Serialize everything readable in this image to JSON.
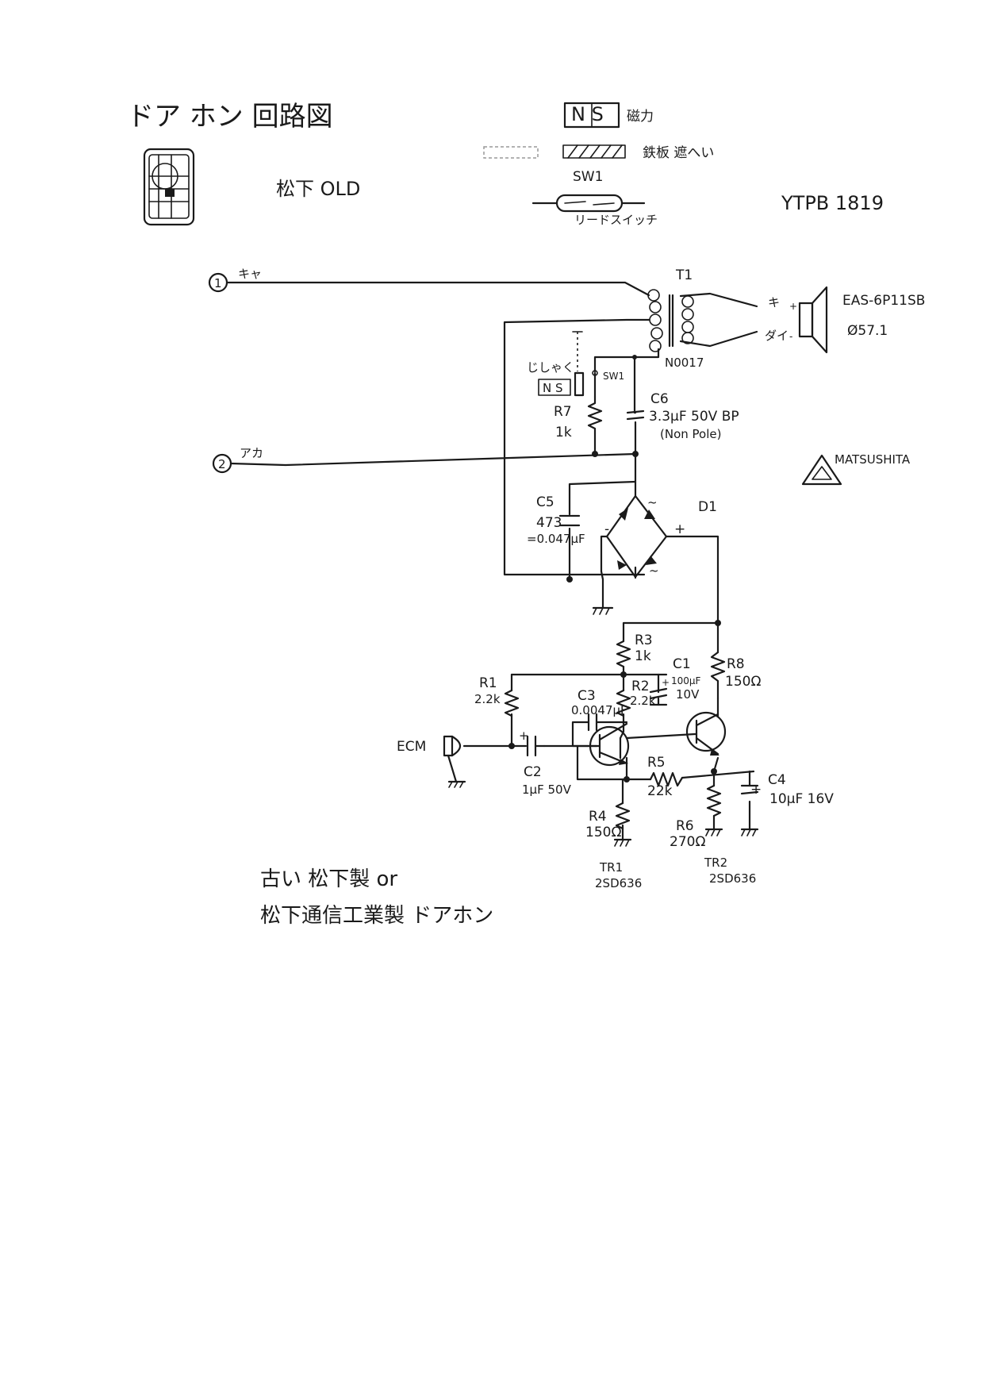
{
  "header": {
    "title": "ドア ホン 回路図",
    "maker_old": "松下 OLD",
    "model": "YTPB 1819"
  },
  "legend": {
    "magnet_box": "N S",
    "magnet_text": "磁力",
    "shield_text": "鉄板 遮へい",
    "reed_switch_id": "SW1",
    "reed_switch_text": "リードスイッチ"
  },
  "terminals": {
    "t1_number": "1",
    "t1_color": "キャ",
    "t2_number": "2",
    "t2_color": "アカ"
  },
  "transformer": {
    "id": "T1",
    "part": "N0017"
  },
  "speaker": {
    "part": "EAS-6P11SB",
    "size": "Ø57.1",
    "wire_plus": "キ",
    "wire_minus": "ダイ",
    "plus_sign": "+",
    "minus_sign": "-"
  },
  "components": {
    "magnet_label": "じしゃく",
    "magnet_box": "N S",
    "sw1": "SW1",
    "r7_id": "R7",
    "r7_val": "1k",
    "c6_id": "C6",
    "c6_val": "3.3μF 50V BP",
    "c6_note": "(Non Pole)",
    "c5_id": "C5",
    "c5_code": "473",
    "c5_val": "=0.047μF",
    "d1_id": "D1",
    "d1_minus": "-",
    "d1_plus": "+",
    "d1_ac": "~",
    "r3_id": "R3",
    "r3_val": "1k",
    "c1_id": "C1",
    "c1_val": "100μF",
    "c1_volt": "10V",
    "c1_plus": "+",
    "r8_id": "R8",
    "r8_val": "150Ω",
    "r1_id": "R1",
    "r1_val": "2.2k",
    "r2_id": "R2",
    "r2_val": "2.2k",
    "c3_id": "C3",
    "c3_val": "0.0047μF",
    "ecm": "ECM",
    "c2_id": "C2",
    "c2_val": "1μF 50V",
    "c2_plus": "+",
    "r5_id": "R5",
    "r5_val": "22k",
    "c4_id": "C4",
    "c4_val": "10μF 16V",
    "c4_plus": "+",
    "r4_id": "R4",
    "r4_val": "150Ω",
    "r6_id": "R6",
    "r6_val": "270Ω",
    "tr1_id": "TR1",
    "tr1_part": "2SD636",
    "tr2_id": "TR2",
    "tr2_part": "2SD636"
  },
  "brand": "MATSUSHITA",
  "footer": {
    "line1": "古い 松下製 or",
    "line2": "松下通信工業製 ドアホン"
  }
}
